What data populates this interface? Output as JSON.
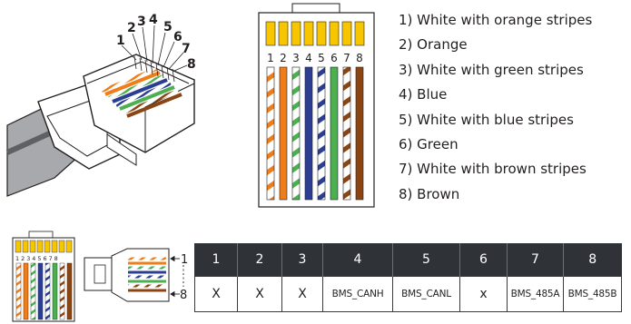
{
  "pin_numbers": [
    "1",
    "2",
    "3",
    "4",
    "5",
    "6",
    "7",
    "8"
  ],
  "legend": [
    "1) White with orange stripes",
    "2) Orange",
    "3) White with green stripes",
    "4) Blue",
    "5) White with blue stripes",
    "6) Green",
    "7) White with brown stripes",
    "8) Brown"
  ],
  "small_connector_label": "1 2 3 4 5 6 7 8",
  "side_labels": {
    "first": "1",
    "last": "8"
  },
  "table": {
    "headers": [
      "1",
      "2",
      "3",
      "4",
      "5",
      "6",
      "7",
      "8"
    ],
    "values": [
      "X",
      "X",
      "X",
      "BMS_CANH",
      "BMS_CANL",
      "x",
      "BMS_485A",
      "BMS_485B"
    ]
  },
  "colors": {
    "orange": "#ef7d1a",
    "green": "#4caf50",
    "blue": "#2c3e94",
    "brown": "#8b4513",
    "gold_contact": "#f7c600",
    "table_header": "#2f3338"
  }
}
